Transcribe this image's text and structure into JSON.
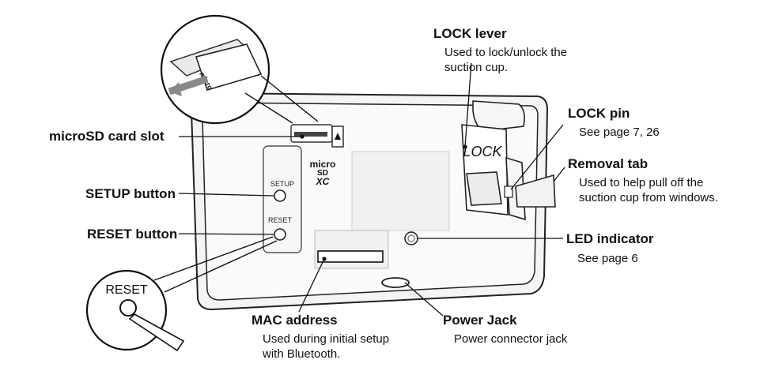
{
  "device_marks": {
    "setup_small": "SETUP",
    "reset_small": "RESET",
    "reset_zoom": "RESET",
    "lock_engraving": "LOCK",
    "micro_sd_logo_top": "micro",
    "micro_sd_logo_bottom": "XC",
    "sd_zoom_logo": "micro"
  },
  "callouts": {
    "lock_lever": {
      "title": "LOCK lever",
      "desc_line1": "Used to lock/unlock the",
      "desc_line2": "suction cup."
    },
    "lock_pin": {
      "title": "LOCK pin",
      "desc_line1": "See page 7, 26"
    },
    "removal_tab": {
      "title": "Removal tab",
      "desc_line1": "Used to help pull off the",
      "desc_line2": "suction cup from windows."
    },
    "led_indicator": {
      "title": "LED indicator",
      "desc_line1": "See page 6"
    },
    "power_jack": {
      "title": "Power Jack",
      "desc_line1": "Power connector jack"
    },
    "mac_address": {
      "title": "MAC address",
      "desc_line1": "Used during initial setup",
      "desc_line2": "with Bluetooth."
    },
    "microsd_slot": {
      "title": "microSD card slot"
    },
    "setup_button": {
      "title": "SETUP button"
    },
    "reset_button": {
      "title": "RESET button"
    }
  }
}
